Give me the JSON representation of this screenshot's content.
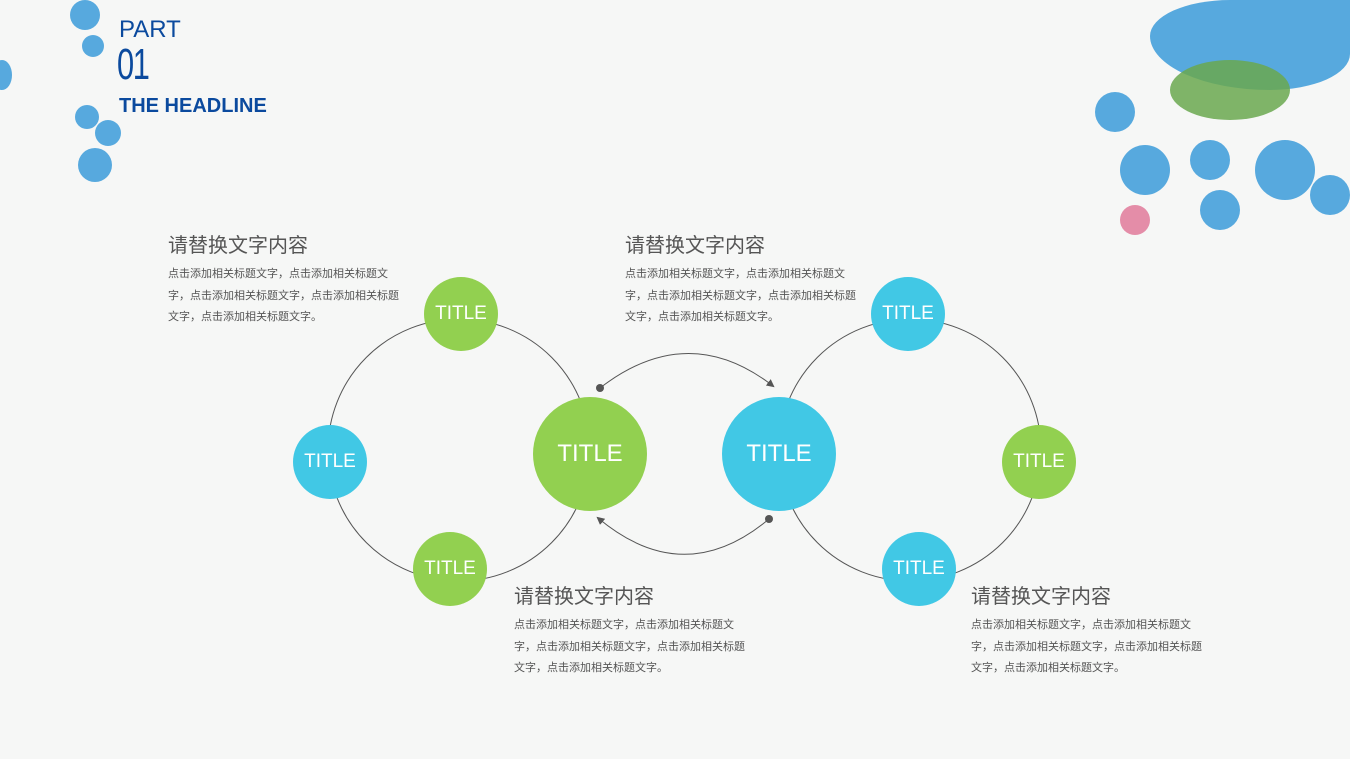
{
  "header": {
    "part": "PART",
    "number": "01",
    "headline": "THE HEADLINE"
  },
  "nodes": {
    "title": "TITLE"
  },
  "blocks": [
    {
      "heading": "请替换文字内容",
      "body": "点击添加相关标题文字，点击添加相关标题文字，点击添加相关标题文字，点击添加相关标题文字，点击添加相关标题文字。"
    },
    {
      "heading": "请替换文字内容",
      "body": "点击添加相关标题文字，点击添加相关标题文字，点击添加相关标题文字，点击添加相关标题文字，点击添加相关标题文字。"
    },
    {
      "heading": "请替换文字内容",
      "body": "点击添加相关标题文字，点击添加相关标题文字，点击添加相关标题文字，点击添加相关标题文字，点击添加相关标题文字。"
    },
    {
      "heading": "请替换文字内容",
      "body": "点击添加相关标题文字，点击添加相关标题文字，点击添加相关标题文字，点击添加相关标题文字，点击添加相关标题文字。"
    }
  ],
  "colors": {
    "green": "#92d050",
    "blue": "#41c8e5",
    "title": "#0b4a9e"
  }
}
